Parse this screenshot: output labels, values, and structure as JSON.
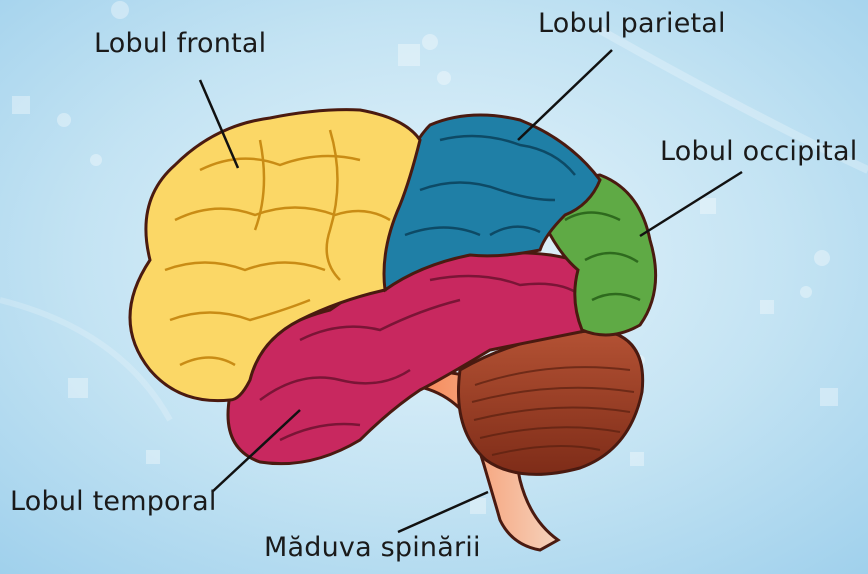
{
  "diagram": {
    "labels": {
      "frontal": "Lobul frontal",
      "parietal": "Lobul parietal",
      "occipital": "Lobul occipital",
      "temporal": "Lobul temporal",
      "spinal_cord": "Măduva spinării"
    },
    "colors": {
      "background": "#bfe0f2",
      "frontal": "#fbd766",
      "parietal": "#1f7fa6",
      "occipital": "#5faa45",
      "temporal": "#c8285f",
      "cerebellum": "#9a3e25",
      "brainstem": "#f08a57",
      "outline": "#4a1a10"
    }
  }
}
